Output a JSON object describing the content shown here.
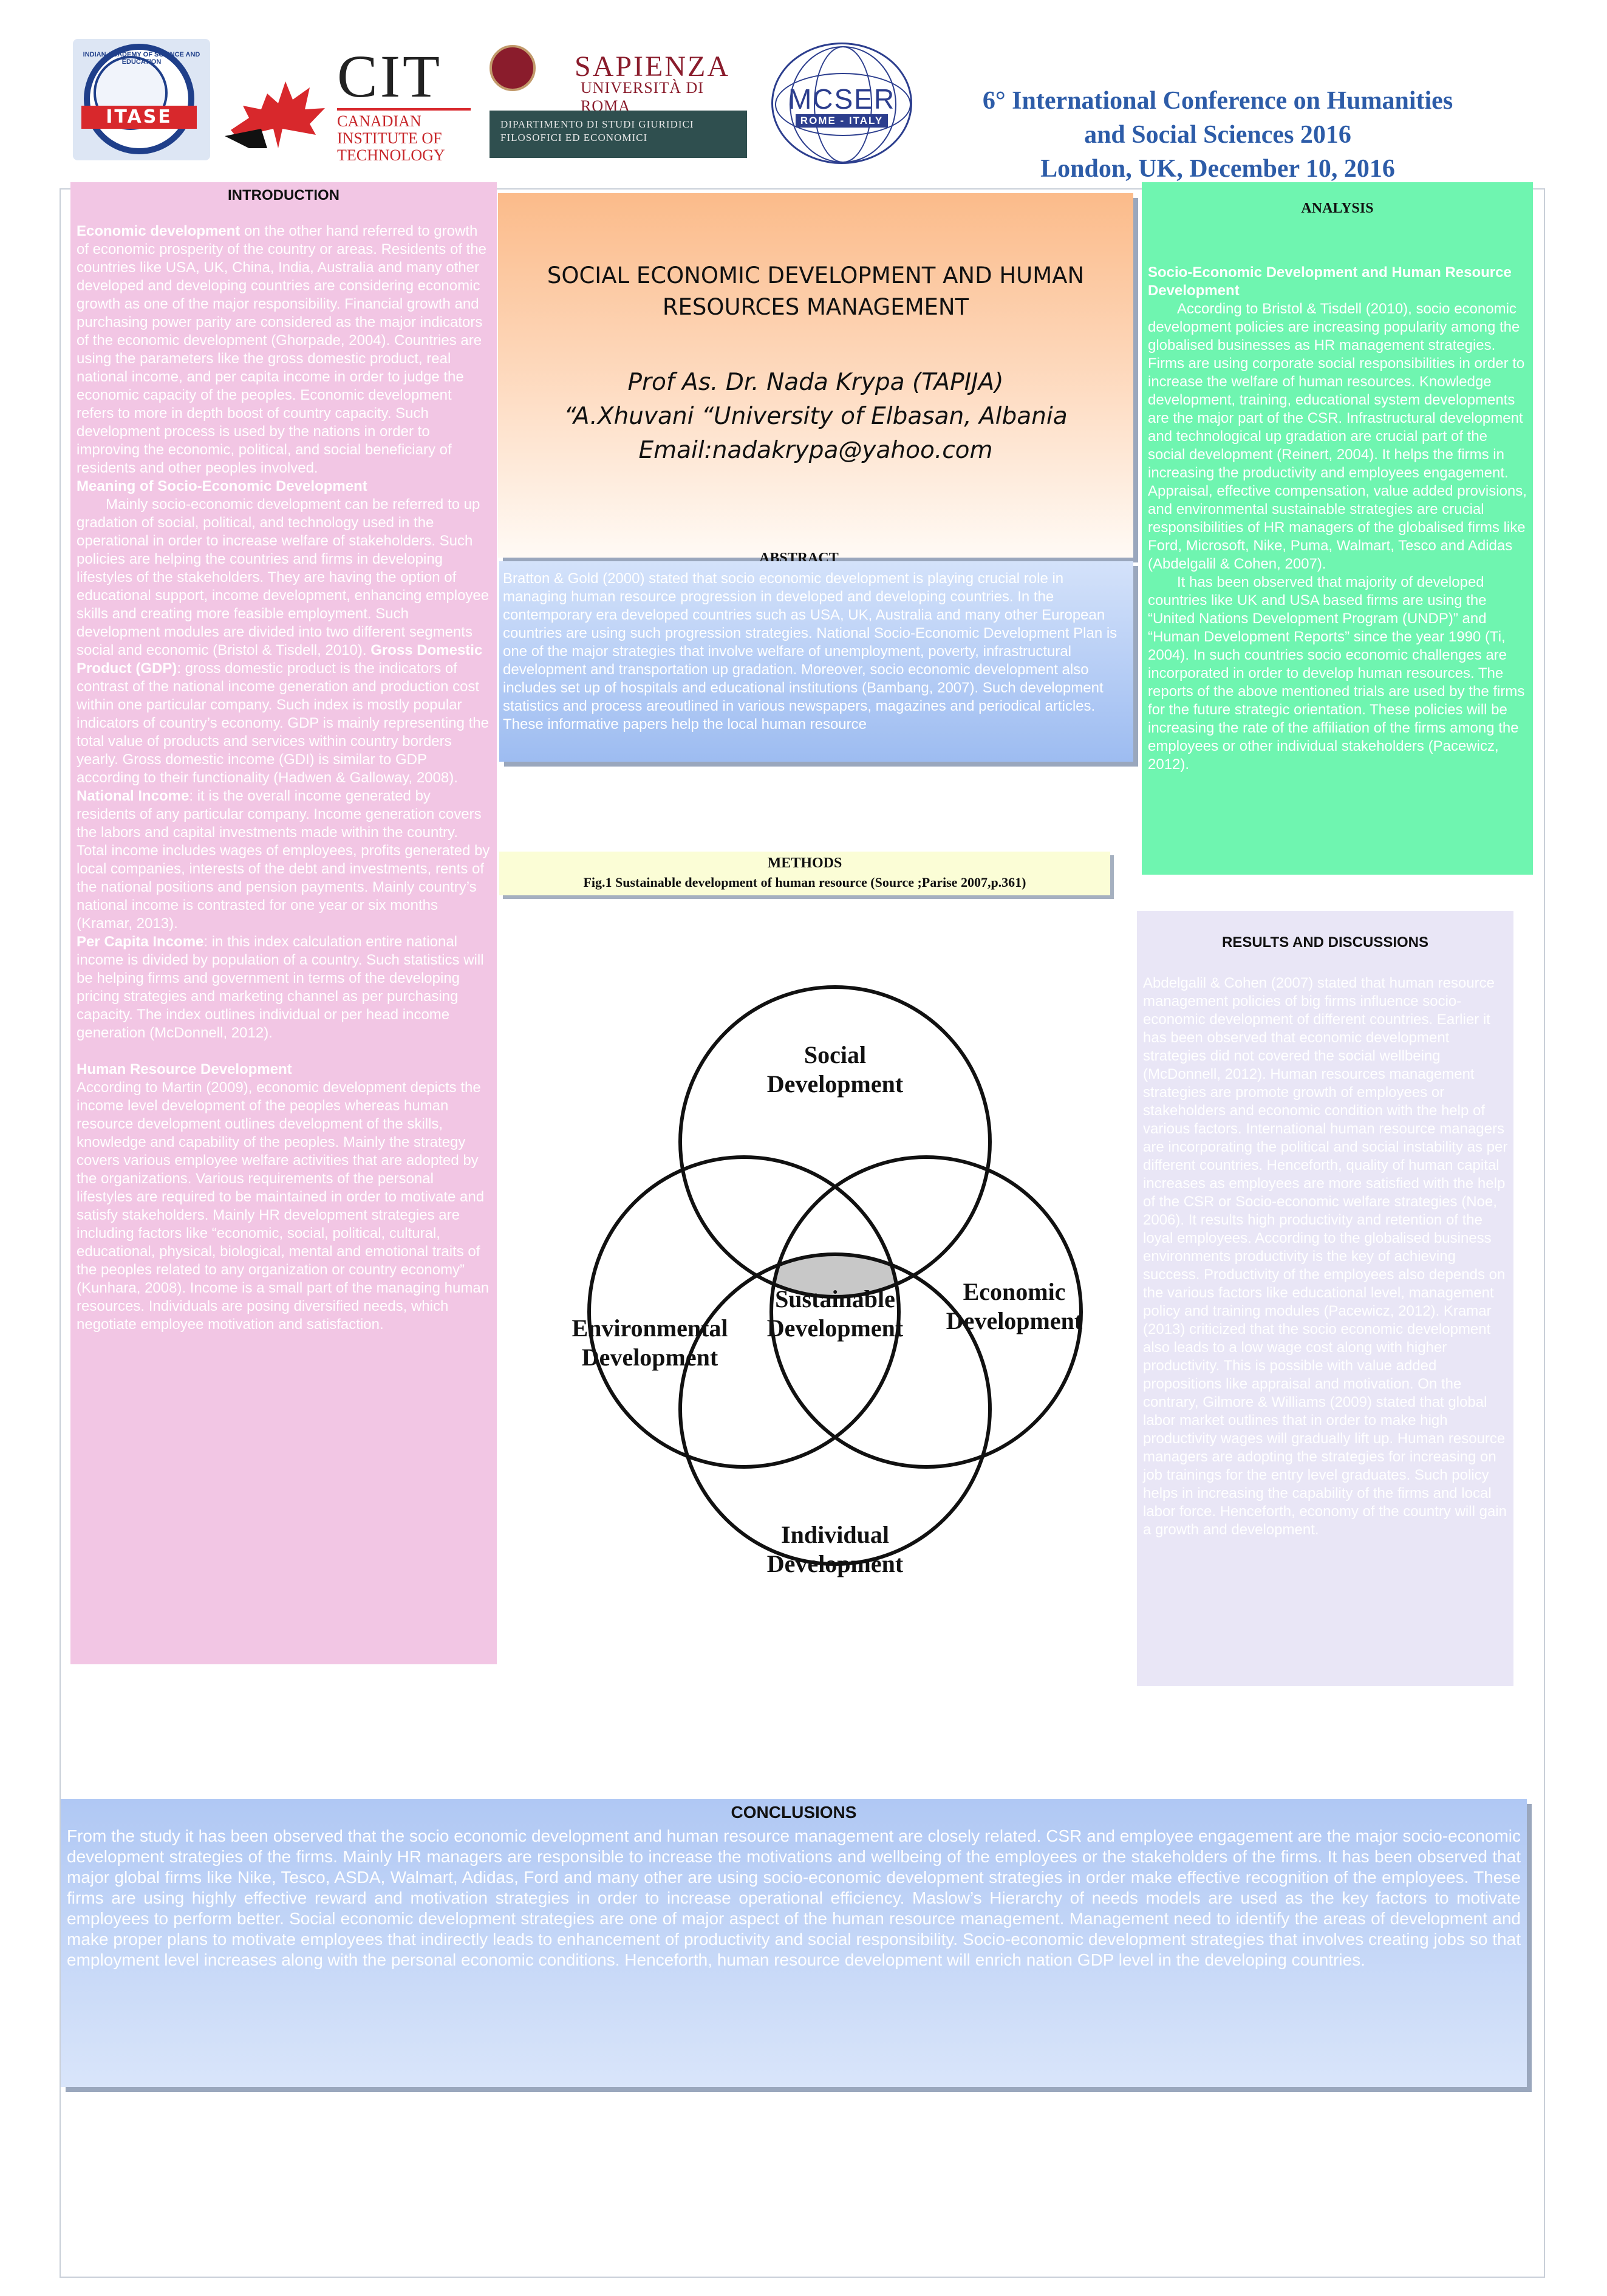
{
  "header": {
    "logos": [
      {
        "name": "ITASE",
        "text": "ITASE",
        "ring_text": "INDIAN ACADEMY OF SCIENCE AND EDUCATION"
      },
      {
        "name": "CIT",
        "text": "CIT",
        "sub": "CANADIAN INSTITUTE OF TECHNOLOGY"
      },
      {
        "name": "Sapienza",
        "text": "SAPIENZA",
        "sub": "UNIVERSITÀ DI ROMA",
        "dept": "DIPARTIMENTO DI STUDI GIURIDICI FILOSOFICI ED ECONOMICI"
      },
      {
        "name": "MCSER",
        "text": "MCSER",
        "sub": "ROME - ITALY"
      }
    ],
    "conference_line1": "6° International Conference on Humanities",
    "conference_line2": "and Social Sciences  2016",
    "conference_line3": "London, UK, December 10, 2016"
  },
  "title_block": {
    "title_line1": "SOCIAL ECONOMIC DEVELOPMENT AND HUMAN",
    "title_line2": "RESOURCES MANAGEMENT",
    "author": "Prof As. Dr. Nada Krypa (TAPIJA)",
    "affiliation": "“A.Xhuvani “University of Elbasan, Albania",
    "email": "Email:nadakrypa@yahoo.com"
  },
  "introduction": {
    "title": "INTRODUCTION",
    "p1_bold": "Economic development",
    "p1": " on the other hand referred to growth of economic prosperity of the country or areas. Residents of the countries like USA, UK, China, India, Australia and many other developed and  developing countries are considering economic growth as one of the major responsibility. Financial growth and purchasing power parity are considered as the major indicators of the economic development (Ghorpade, 2004). Countries are using the parameters like the gross domestic product, real national income, and per capita income in order to judge the economic capacity of the peoples. Economic development refers to more in depth boost of country capacity. Such development process is used by the nations in order to improving the economic, political, and social beneficiary of residents and other peoples involved.",
    "p2_bold": "Meaning of Socio-Economic Development",
    "p2": "Mainly socio-economic development can be referred to up gradation of social, political, and technology used in the operational in order to increase welfare of stakeholders. Such policies are helping the countries and firms in developing lifestyles of the stakeholders. They are having the option of educational support, income development, enhancing employee skills and creating more feasible employment. Such development modules are divided into two different segments social and economic (Bristol & Tisdell, 2010). ",
    "p2_bold2": "Gross Domestic Product (GDP)",
    "p2b": ": gross domestic product is the indicators of contrast of the national income generation and production cost within one particular company. Such index is mostly popular indicators of country’s economy. GDP is mainly representing the total value of products and services within country borders yearly. Gross domestic income (GDI) is similar to GDP according to their functionality (Hadwen & Galloway, 2008).",
    "p3_bold": "National Income",
    "p3": ": it is the overall income generated by residents of any particular company. Income generation covers the labors and capital investments made within the country. Total income includes wages of employees, profits generated by local companies, interests of the debt and investments, rents of the national positions and pension payments. Mainly country’s national income is contrasted for one year or six months (Kramar, 2013).",
    "p4_bold": "Per Capita Income",
    "p4": ": in this index calculation entire national income is divided by population of a country. Such statistics will be helping firms and government in terms of the developing pricing strategies and marketing channel as per purchasing capacity. The index outlines individual or per head income generation (McDonnell, 2012).",
    "p5_bold": "Human Resource Development",
    "p5": "According to Martin (2009), economic development depicts the income level development of the peoples whereas human resource development outlines development of the skills, knowledge and capability of the peoples. Mainly the strategy covers various employee welfare activities that are adopted by the organizations. Various requirements of the personal lifestyles are required to be maintained in order to motivate and satisfy stakeholders. Mainly HR development strategies are including factors like “economic, social, political, cultural, educational, physical, biological, mental and emotional traits of the peoples related to any organization or country economy” (Kunhara, 2008). Income is a small part of the managing human resources. Individuals are posing diversified needs, which negotiate employee motivation and satisfaction."
  },
  "abstract": {
    "title": "ABSTRACT",
    "body": "Bratton & Gold (2000) stated that socio economic development is playing crucial role in managing human resource progression in developed and developing countries. In the contemporary era developed countries such as USA, UK, Australia and many other European countries are using such progression strategies. National Socio-Economic Development Plan is one of the major strategies that involve welfare of unemployment, poverty, infrastructural development and transportation up gradation. Moreover, socio economic development also includes set up of hospitals and educational institutions (Bambang, 2007). Such development statistics and process areoutlined in various newspapers, magazines and periodical articles. These informative papers help the local human resource"
  },
  "analysis": {
    "title": "ANALYSIS",
    "heading": "Socio-Economic Development and Human Resource Development",
    "p1": "According to Bristol & Tisdell (2010), socio economic development policies are increasing popularity among the globalised businesses as HR management strategies. Firms are using corporate social responsibilities in order to increase the welfare of human resources. Knowledge development, training, educational system developments are the major part of the CSR. Infrastructural development and technological up gradation are crucial part of the social development (Reinert, 2004). It helps the firms in increasing the productivity and employees engagement. Appraisal, effective compensation, value added provisions, and environmental sustainable strategies are crucial responsibilities of HR managers of the globalised firms like Ford, Microsoft, Nike, Puma, Walmart, Tesco and Adidas (Abdelgalil & Cohen, 2007).",
    "p2": "It has been observed that majority of developed countries like UK and USA based firms are using the “United Nations Development Program (UNDP)” and “Human Development Reports” since the year 1990 (Ti, 2004). In such countries socio economic challenges are incorporated in order to develop human resources. The reports of the above mentioned trials are used by the firms for the future strategic orientation. These policies will be increasing the rate of the affiliation of the firms among the employees or other individual stakeholders (Pacewicz, 2012)."
  },
  "methods": {
    "title": "METHODS",
    "figure_caption": "Fig.1 Sustainable development of human resource   (Source ;Parise 2007,p.361)"
  },
  "figure": {
    "social_l1": "Social",
    "social_l2": "Development",
    "economic_l1": "Economic",
    "economic_l2": "Development",
    "environmental_l1": "Environmental",
    "environmental_l2": "Development",
    "individual_l1": "Individual",
    "individual_l2": "Development",
    "center_l1": "Sustainable",
    "center_l2": "Development"
  },
  "results": {
    "title": "RESULTS AND DISCUSSIONS",
    "body": "Abdelgalil & Cohen (2007) stated that human resource management policies of big firms influence socio-economic development of different countries. Earlier it has been observed that economic development strategies did not covered the social wellbeing (McDonnell, 2012). Human resources management strategies are promote growth of employees or stakeholders and economic condition with the help of various factors. International human resource managers are incorporating the political and social instability as per different countries. Henceforth, quality of human capital increases as employees are more satisfied with the help of the CSR or Socio-economic welfare strategies (Noe, 2006). It results high productivity and retention of the loyal employees. According to the globalised business environments productivity is the key of achieving success. Productivity of the employees also depends on the various factors like educational level, management policy and training modules (Pacewicz, 2012). Kramar (2013) criticized that the socio economic development also leads to a low wage cost along with higher productivity. This is possible with value added propositions like appraisal and motivation. On the contrary, Gilmore & Williams (2009) stated that global labor market outlines that in order to make high productivity wages will gradually lift up. Human resource managers are adopting the strategies for increasing on job trainings for the entry level graduates. Such policy helps in increasing the capability of the firms and local labor force. Henceforth, economy of the country will gain a growth and development."
  },
  "conclusions": {
    "title": "CONCLUSIONS",
    "body": "From the study it has been observed that the socio economic development and human resource management are closely related. CSR and employee engagement are the major socio-economic development strategies of the firms. Mainly HR managers are responsible to increase the motivations and wellbeing of the employees or the stakeholders of the firms. It has been observed that major global firms like Nike, Tesco, ASDA, Walmart, Adidas, Ford and many other are using socio-economic development strategies in order make effective recognition of the employees. These firms are using highly effective reward and motivation strategies in order to increase operational efficiency. Maslow’s Hierarchy of needs models are used as the key factors to motivate employees to perform better. Social economic development strategies are one of major aspect of the human resource management. Management need to identify the areas of development and make proper plans to motivate employees that indirectly leads to enhancement of productivity and social responsibility. Socio-economic development strategies that involves creating jobs so that employment level increases along with the personal economic conditions. Henceforth, human resource development will enrich nation GDP level in the developing countries."
  },
  "colors": {
    "intro_bg": "#f2c6e4",
    "analysis_bg": "#6ff5b0",
    "results_bg": "#e9e6f6",
    "title_block_bg": "#fbbb8a",
    "abstract_bg": "#9dbcf1",
    "conclusions_bg": "#b0c8f4",
    "conference_text": "#2d5ca8"
  }
}
